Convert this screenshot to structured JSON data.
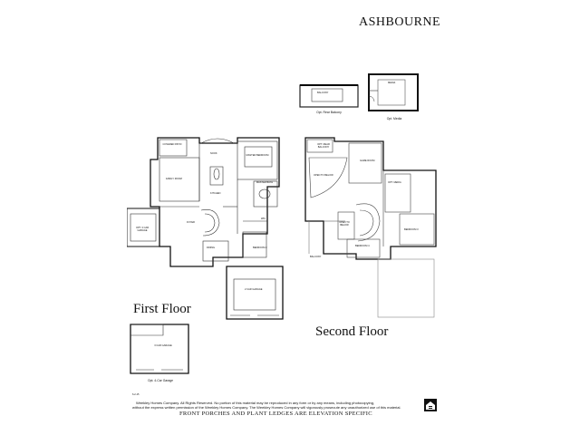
{
  "title": "ASHBOURNE",
  "first_floor": {
    "label": "First Floor",
    "rooms": {
      "covered_patio": "COVERED PATIO",
      "nook": "NOOK",
      "master_bedroom": "MASTER BEDROOM",
      "family_room": "FAMILY ROOM",
      "kitchen": "KITCHEN",
      "master_bath": "MASTER BATH",
      "opt_garage": "OPT. 3 CAR GARAGE",
      "foyer": "FOYER",
      "dining": "DINING",
      "bedroom2": "BEDROOM 2",
      "car_garage": "2 CAR GARAGE",
      "wic": "WIC"
    }
  },
  "second_floor": {
    "label": "Second Floor",
    "rooms": {
      "opt_rear_balcony": "OPT. REAR BALCONY",
      "game_room": "GAME ROOM",
      "open_to_below": "OPEN TO BELOW",
      "opt_media": "OPT. MEDIA",
      "open_to_below2": "OPEN TO BELOW",
      "bedroom3": "BEDROOM 3",
      "bedroom4": "BEDROOM 4",
      "balcony": "BALCONY"
    }
  },
  "options": {
    "balcony_label": "BALCONY",
    "balcony_caption": "Opt. Rear Balcony",
    "media_label": "MEDIA",
    "media_caption": "Opt. Media",
    "garage_label": "3 CAR GARAGE",
    "garage_caption": "Opt. 4-Car Garage"
  },
  "footer": {
    "code": "6-2-15",
    "legal_line1": "Weekley Homes Company. All Rights Reserved. No portion of this material may be reproduced in any form or by any means, including photocopying,",
    "legal_line2": "without the express written permission of the Weekley Homes Company. The Weekley Homes Company will vigorously prosecute any unauthorized use of this material.",
    "note": "FRONT PORCHES AND PLANT LEDGES ARE ELEVATION SPECIFIC"
  }
}
